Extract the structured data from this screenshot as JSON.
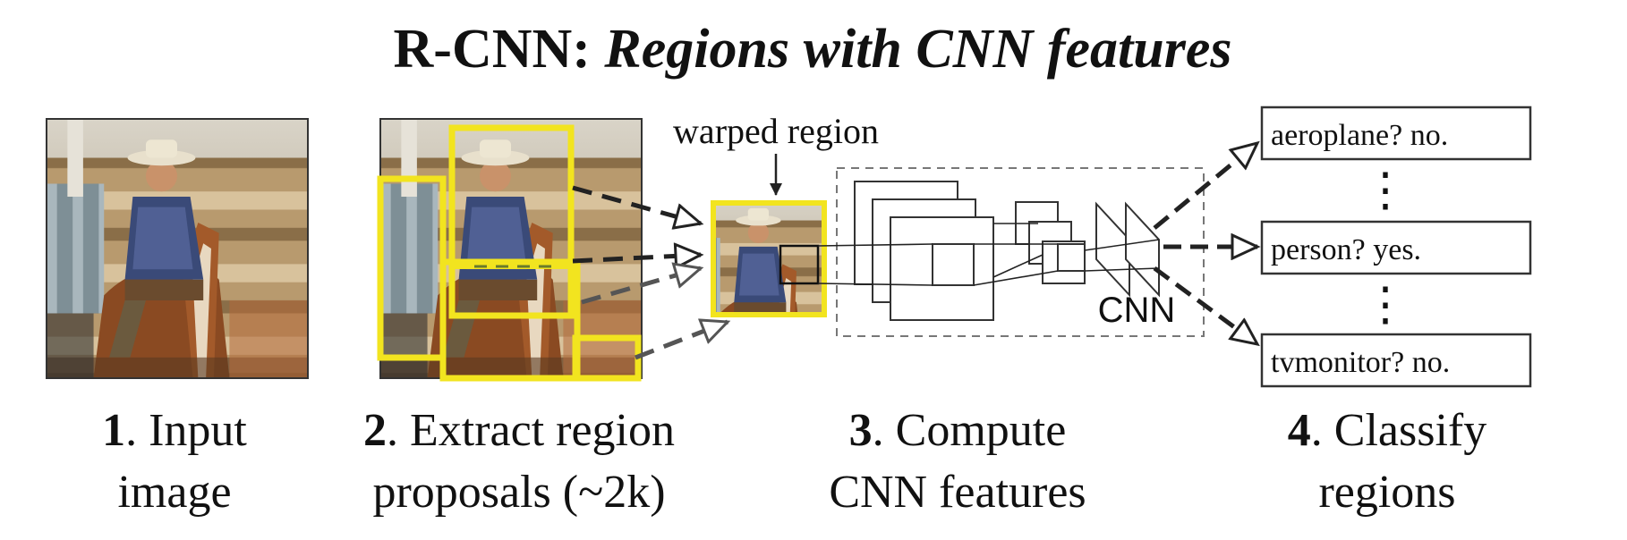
{
  "title": {
    "prefix": "R-CNN: ",
    "italic": "Regions with CNN features"
  },
  "warped_label": "warped region",
  "cnn_label": "CNN",
  "classes": [
    {
      "text": "aeroplane? no."
    },
    {
      "text": "person? yes."
    },
    {
      "text": "tvmonitor? no."
    }
  ],
  "ellipsis": "⋮",
  "steps": [
    {
      "num": "1",
      "line1": ". Input",
      "line2": "image"
    },
    {
      "num": "2",
      "line1": ". Extract region",
      "line2": "proposals (~2k)"
    },
    {
      "num": "3",
      "line1": ". Compute",
      "line2": "CNN features"
    },
    {
      "num": "4",
      "line1": ". Classify",
      "line2": "regions"
    }
  ],
  "colors": {
    "proposal_box": "#f2e41f",
    "line": "#222222",
    "dashed_frame": "#777777"
  }
}
